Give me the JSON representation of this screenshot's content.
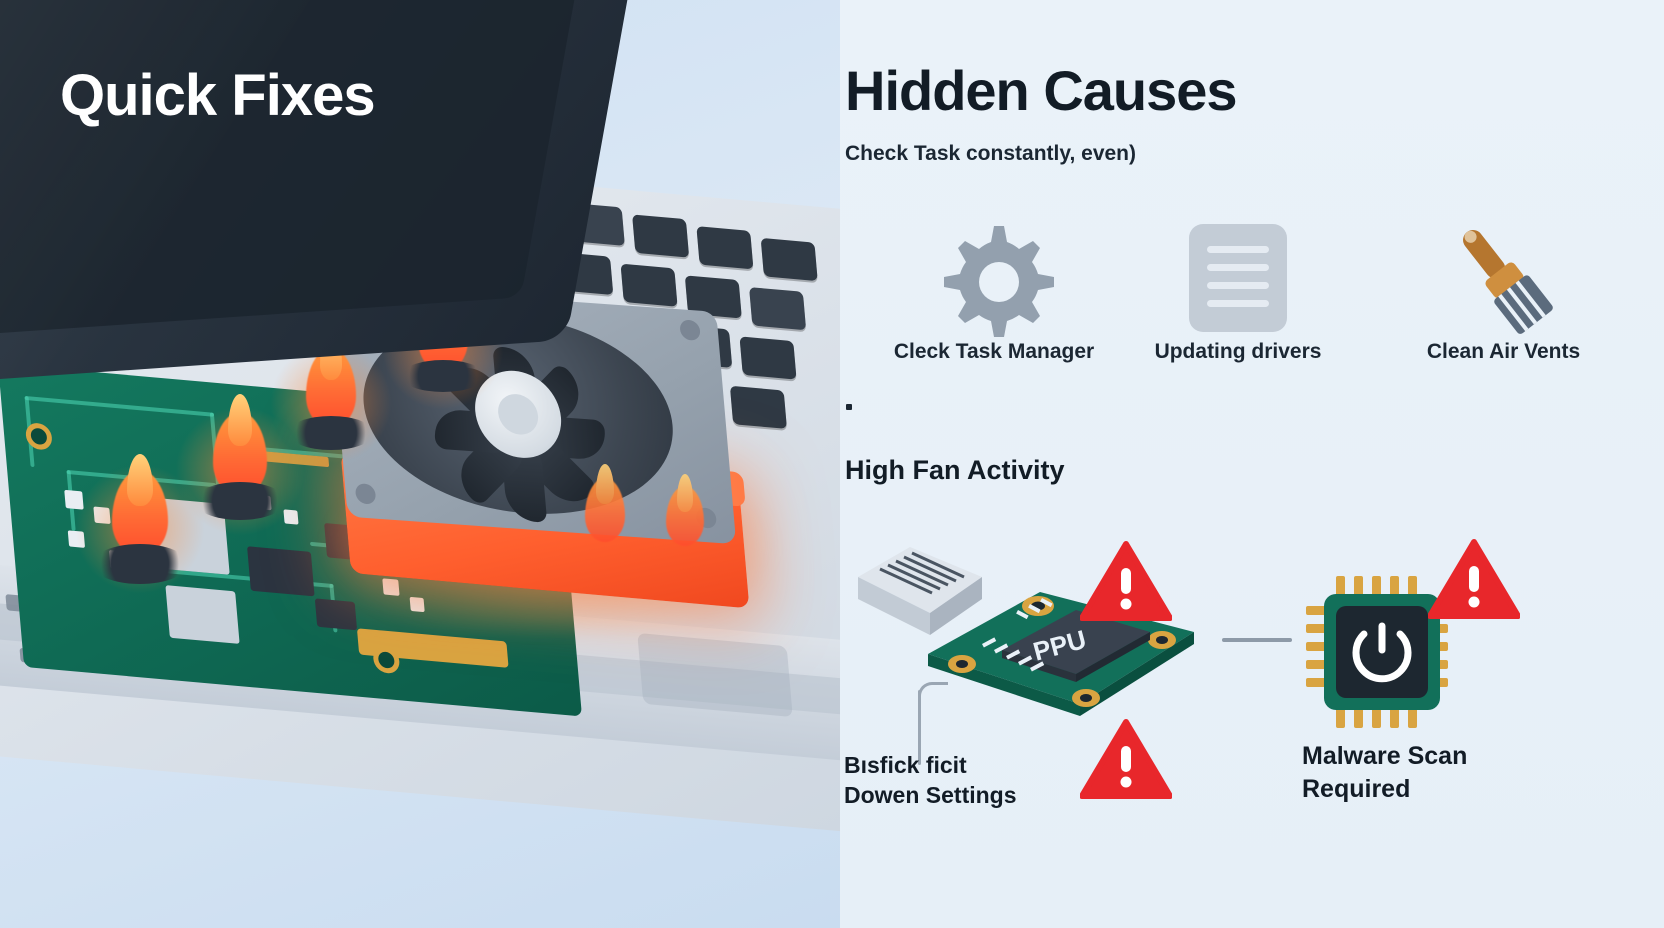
{
  "left": {
    "title": "Quick Fixes",
    "illustration": {
      "name": "laptop-overheating-illustration",
      "parts": [
        "laptop-lid",
        "keyboard",
        "circuit-board",
        "cooling-fan",
        "glowing-heatsink",
        "heat-flames"
      ],
      "flame_count": 6,
      "colors": {
        "flame": "#ff6b35",
        "board": "#0f6a54",
        "laptop": "#dfe5ec",
        "lid": "#2b3642"
      }
    }
  },
  "right": {
    "title": "Hidden Causes",
    "subtitle": "Check Task constantly, even)",
    "icon_row": [
      {
        "icon": "gear-icon",
        "label": "Cleck Task Manager"
      },
      {
        "icon": "document-lines-icon",
        "label": "Updating drivers"
      },
      {
        "icon": "paintbrush-icon",
        "label": "Clean Air Vents"
      }
    ],
    "section_title": "High Fan Activity",
    "bottom": {
      "left_label_line1": "Bısfick ficit",
      "left_label_line2": "Dowen Settings",
      "right_label_line1": "Malware Scan",
      "right_label_line2": "Required",
      "cpu_chip_text": "PPU",
      "warning_icons": 3,
      "icons": [
        "heatsink-block-icon",
        "cpu-board-icon",
        "power-chip-icon",
        "warning-triangle-icon"
      ]
    }
  },
  "colors": {
    "accent_warning": "#e8272b",
    "text_dark": "#121c26",
    "panel_bg": "#e9f1f8",
    "gear_gray": "#93a0ae",
    "doc_gray": "#c3ccd6",
    "brush_wood": "#b5762f",
    "board_green": "#12705a"
  }
}
